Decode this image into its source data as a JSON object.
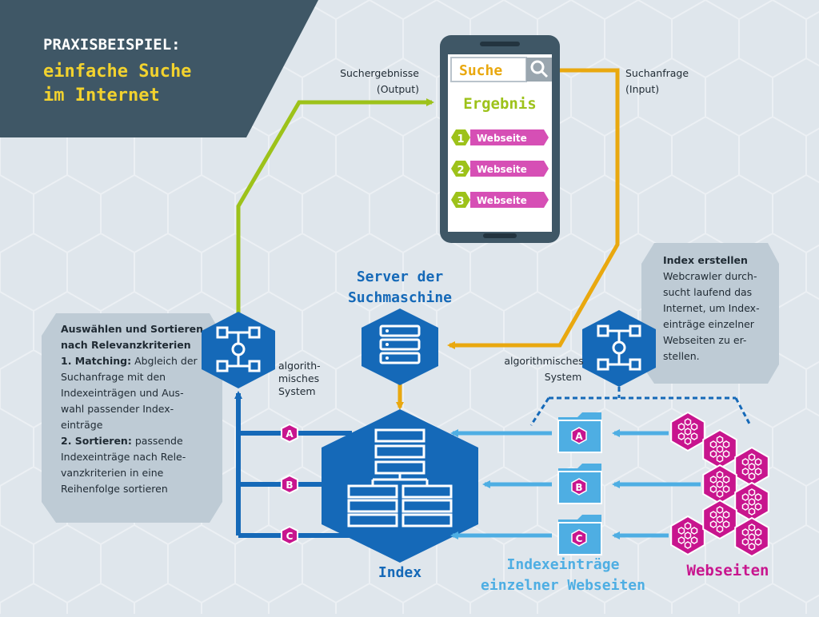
{
  "header": {
    "kicker": "PRAXISBEISPIEL:",
    "title_line1": "einfache Suche",
    "title_line2": "im Internet"
  },
  "phone": {
    "search_label": "Suche",
    "result_heading": "Ergebnis",
    "results": [
      {
        "rank": "1",
        "label": "Webseite"
      },
      {
        "rank": "2",
        "label": "Webseite"
      },
      {
        "rank": "3",
        "label": "Webseite"
      }
    ]
  },
  "flow_labels": {
    "output_line1": "Suchergebnisse",
    "output_line2": "(Output)",
    "input_line1": "Suchanfrage",
    "input_line2": "(Input)"
  },
  "server": {
    "title_line1": "Server der",
    "title_line2": "Suchmaschine"
  },
  "left_system": {
    "label_line1": "algorith-",
    "label_line2": "misches",
    "label_line3": "System"
  },
  "right_system": {
    "label_line1": "algorithmisches",
    "label_line2": "System"
  },
  "index": {
    "title": "Index"
  },
  "entries": {
    "title_line1": "Indexeinträge",
    "title_line2": "einzelner Webseiten",
    "letters": [
      "A",
      "B",
      "C"
    ]
  },
  "websites": {
    "title": "Webseiten"
  },
  "left_info": {
    "heading_line1": "Auswählen und Sortieren",
    "heading_line2": "nach Relevanzkriterien",
    "step1_title": "1. Matching:",
    "step1_l1": " Abgleich der",
    "step1_l2": "Suchanfrage mit den",
    "step1_l3": "Indexeinträgen und Aus-",
    "step1_l4": "wahl passender Index-",
    "step1_l5": "einträge",
    "step2_title": "2. Sortieren:",
    "step2_l1": " passende",
    "step2_l2": "Indexeinträge nach Rele-",
    "step2_l3": "vanzkriterien in eine",
    "step2_l4": "Reihenfolge sortieren"
  },
  "right_info": {
    "heading": "Index erstellen",
    "l1": "Webcrawler durch-",
    "l2": "sucht laufend das",
    "l3": "Internet, um Index-",
    "l4": "einträge einzelner",
    "l5": "Webseiten zu er-",
    "l6": "stellen."
  },
  "colors": {
    "background": "#dfe6ec",
    "header_bg": "#3f5766",
    "yellow": "#f2d22e",
    "green": "#9dc21a",
    "orange": "#e9a80f",
    "dark_blue": "#1569b8",
    "light_blue": "#4eaee3",
    "magenta": "#c8158e",
    "pink": "#d64fb5",
    "info_box": "#becbd5"
  },
  "icons": [
    "magnifier-icon",
    "network-icon",
    "server-rack-icon",
    "folder-icon",
    "hexagon-cluster-icon"
  ]
}
